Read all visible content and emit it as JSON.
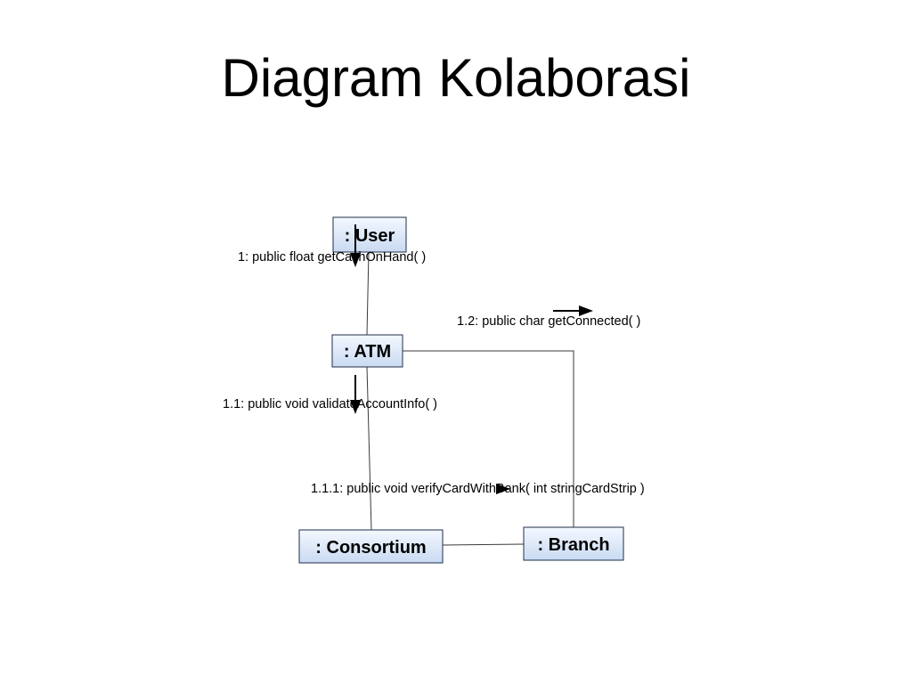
{
  "title": "Diagram Kolaborasi",
  "objects": {
    "user": ": User",
    "atm": ": ATM",
    "consortium": ": Consortium",
    "branch": ": Branch"
  },
  "messages": {
    "m1": "1: public float  getCashOnHand(  )",
    "m1_1": "1.1: public void  validateAccountInfo(  )",
    "m1_1_1": "1.1.1: public void  verifyCardWithBank( int stringCardStrip )",
    "m1_2": "1.2: public char  getConnected(  )"
  }
}
